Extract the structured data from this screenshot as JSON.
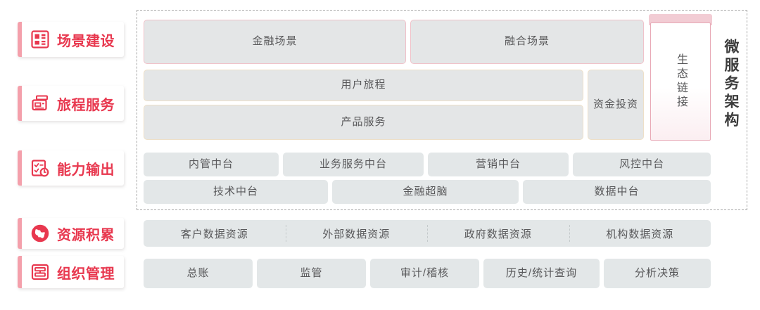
{
  "sidebar": {
    "items": [
      {
        "label": "场景建设",
        "icon": "dashboard-layout-icon"
      },
      {
        "label": "旅程服务",
        "icon": "card-terminal-icon"
      },
      {
        "label": "能力输出",
        "icon": "checklist-clock-icon"
      },
      {
        "label": "资源积累",
        "icon": "globe-icon"
      },
      {
        "label": "组织管理",
        "icon": "org-chart-icon"
      }
    ],
    "accent_color": "#f4a0ab",
    "label_color": "#e8384f"
  },
  "diagram": {
    "framed_note": "微服务架构",
    "scenario_row": [
      {
        "label": "金融场景"
      },
      {
        "label": "融合场景"
      }
    ],
    "journey_rows": [
      {
        "label": "用户旅程"
      },
      {
        "label": "产品服务"
      }
    ],
    "capital": {
      "label": "资金投资"
    },
    "ecosystem": {
      "label": "生态链接"
    },
    "midend_row_1": [
      {
        "label": "内管中台"
      },
      {
        "label": "业务服务中台"
      },
      {
        "label": "营销中台"
      },
      {
        "label": "风控中台"
      }
    ],
    "midend_row_2": [
      {
        "label": "技术中台"
      },
      {
        "label": "金融超脑"
      },
      {
        "label": "数据中台"
      }
    ],
    "resource_row": [
      {
        "label": "客户数据资源"
      },
      {
        "label": "外部数据资源"
      },
      {
        "label": "政府数据资源"
      },
      {
        "label": "机构数据资源"
      }
    ],
    "organization_row": [
      {
        "label": "总账"
      },
      {
        "label": "监管"
      },
      {
        "label": "审计/稽核"
      },
      {
        "label": "历史/统计查询"
      },
      {
        "label": "分析决策"
      }
    ]
  }
}
